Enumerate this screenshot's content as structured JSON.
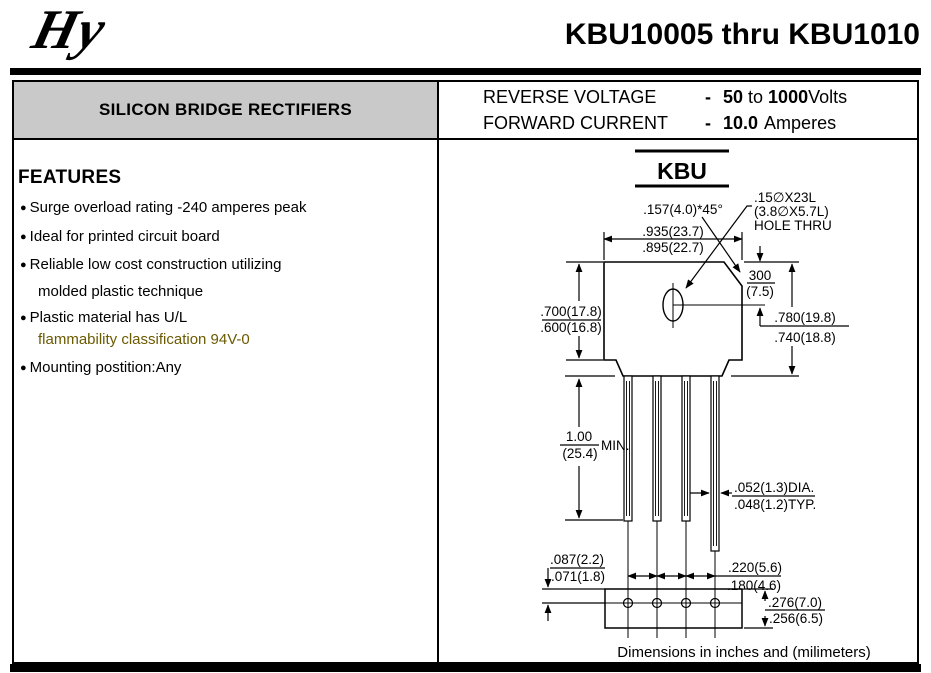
{
  "header": {
    "logo_text": "Hy",
    "title": "KBU10005 thru KBU1010"
  },
  "banner": {
    "product_family": "SILICON BRIDGE RECTIFIERS"
  },
  "specs": {
    "rows": [
      {
        "label": "REVERSE VOLTAGE",
        "dash": "-",
        "min": "50",
        "mid": "to",
        "max": "1000",
        "unit": "Volts"
      },
      {
        "label": "FORWARD CURRENT",
        "dash": "-",
        "min": "10.0",
        "unit": "Amperes"
      }
    ]
  },
  "features": {
    "title": "FEATURES",
    "items": [
      {
        "line1": "Surge overload rating -240 amperes peak"
      },
      {
        "line1": "Ideal for printed circuit board"
      },
      {
        "line1": "Reliable low cost construction utilizing",
        "line2": "molded plastic technique"
      },
      {
        "line1": "Plastic material has U/L",
        "line2": "flammability classification 94V-0"
      },
      {
        "line1": "Mounting postition:Any"
      }
    ]
  },
  "drawing": {
    "title": "KBU",
    "chamfer_label": ".157(4.0)*45°",
    "hole_label_1": ".15∅X23L",
    "hole_label_2": "(3.8∅X5.7L)",
    "hole_label_3": "HOLE THRU",
    "width_top": ".935(23.7)",
    "width_bottom": ".895(22.7)",
    "offset_top": "300",
    "offset_bottom": "(7.5)",
    "body_h_top": ".700(17.8)",
    "body_h_bottom": ".600(16.8)",
    "right_h_top": ".780(19.8)",
    "right_h_bottom": ".740(18.8)",
    "lead_len_top": "1.00",
    "lead_len_bottom": "(25.4)",
    "lead_len_suffix": "MIN.",
    "lead_dia_top": ".052(1.3)DIA.",
    "lead_dia_bottom": ".048(1.2)TYP.",
    "pin_offset_top": ".087(2.2)",
    "pin_offset_bottom": ".071(1.8)",
    "pitch_top": ".220(5.6)",
    "pitch_bottom": ".180(4.6)",
    "plate_h_top": ".276(7.0)",
    "plate_h_bottom": ".256(6.5)",
    "caption": "Dimensions in inches and (milimeters)"
  },
  "colors": {
    "header_cell_bg": "#c9c9c9",
    "flammability_text": "#6b5a00",
    "line_color": "#000000"
  }
}
